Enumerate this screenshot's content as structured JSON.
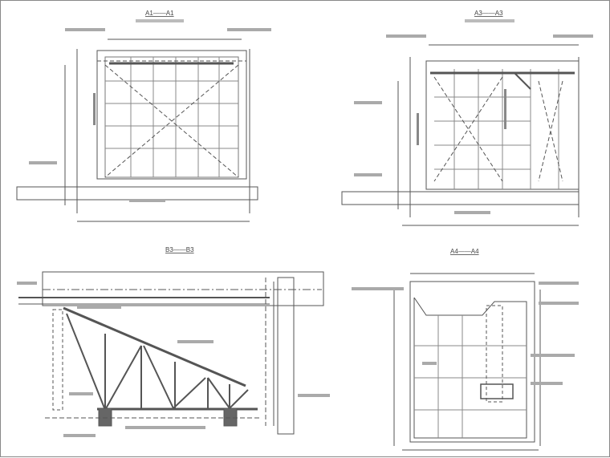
{
  "drawing": {
    "views": [
      {
        "id": "top-left",
        "title": "A1——A1"
      },
      {
        "id": "top-right",
        "title": "A3——A3"
      },
      {
        "id": "bottom-left",
        "title": "B3——B3"
      },
      {
        "id": "bottom-right",
        "title": "A4——A4"
      }
    ],
    "line_color": "#555555"
  }
}
